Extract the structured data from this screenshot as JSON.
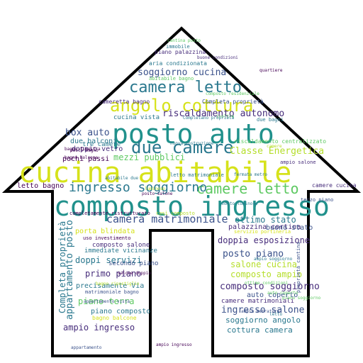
{
  "colors": {
    "outline": "#000000",
    "background": "#ffffff",
    "teal": "#21918c",
    "dark_teal": "#2a788e",
    "lime": "#b5de2b",
    "yellow": "#d6e21a",
    "green": "#5ec962",
    "blue": "#3b528b",
    "purple": "#472d7b",
    "dark": "#440154"
  },
  "words": [
    {
      "text": "cucina abitabile",
      "color": "yellow"
    },
    {
      "text": "composto ingresso",
      "color": "teal"
    },
    {
      "text": "posto auto",
      "color": "teal"
    },
    {
      "text": "camera letto",
      "color": "dark_teal"
    },
    {
      "text": "angolo cottura",
      "color": "yellow"
    },
    {
      "text": "due camere",
      "color": "dark_teal"
    },
    {
      "text": "camere letto",
      "color": "green"
    },
    {
      "text": "ingresso soggiorno",
      "color": "dark_teal"
    },
    {
      "text": "camera matrimoniale",
      "color": "blue"
    },
    {
      "text": "soggiorno cucina",
      "color": "blue"
    },
    {
      "text": "riscaldamento autonomo",
      "color": "purple"
    },
    {
      "text": "Classe Energetica",
      "color": "lime"
    },
    {
      "text": "box auto",
      "color": "blue"
    },
    {
      "text": "due balconi",
      "color": "dark_teal"
    },
    {
      "text": "doppio vetro",
      "color": "purple"
    },
    {
      "text": "mezzi pubblici",
      "color": "green"
    },
    {
      "text": "pochi passi",
      "color": "dark"
    },
    {
      "text": "ottimo stato",
      "color": "dark_teal"
    },
    {
      "text": "doppia esposizione",
      "color": "purple"
    },
    {
      "text": "posto piano",
      "color": "blue"
    },
    {
      "text": "salone cucina",
      "color": "lime"
    },
    {
      "text": "composto ampio",
      "color": "lime"
    },
    {
      "text": "composto soggiorno",
      "color": "purple"
    },
    {
      "text": "auto coperto",
      "color": "blue"
    },
    {
      "text": "ingresso salone",
      "color": "blue"
    },
    {
      "text": "soggiorno angolo",
      "color": "dark_teal"
    },
    {
      "text": "cottura camera",
      "color": "dark_teal"
    },
    {
      "text": "palazzina cortina",
      "color": "purple"
    },
    {
      "text": "buono stato",
      "color": "blue"
    },
    {
      "text": "camere matrimoniali",
      "color": "purple"
    },
    {
      "text": "porta blindata",
      "color": "yellow"
    },
    {
      "text": "doppi servizi",
      "color": "dark_teal"
    },
    {
      "text": "primo piano",
      "color": "purple"
    },
    {
      "text": "precisamente Via",
      "color": "dark_teal"
    },
    {
      "text": "piano terra",
      "color": "green"
    },
    {
      "text": "piano composto",
      "color": "dark_teal"
    },
    {
      "text": "bagno balcone",
      "color": "yellow"
    },
    {
      "text": "ampio ingresso",
      "color": "purple"
    },
    {
      "text": "secondo piano",
      "color": "blue"
    },
    {
      "text": "composto salone",
      "color": "purple"
    },
    {
      "text": "immediate vicinanze",
      "color": "dark_teal"
    },
    {
      "text": "appartamento posto",
      "color": "dark_teal"
    },
    {
      "text": "Completa proprietà",
      "color": "dark_teal"
    },
    {
      "text": "letto bagno",
      "color": "dark"
    },
    {
      "text": "camere cucina",
      "color": "purple"
    },
    {
      "text": "riscaldamento centralizzato",
      "color": "green"
    },
    {
      "text": "cucina vista",
      "color": "dark_teal"
    },
    {
      "text": "piano palazzina",
      "color": "purple"
    },
    {
      "text": "aria condizionata",
      "color": "dark_teal"
    },
    {
      "text": "abitabile bagno",
      "color": "green"
    },
    {
      "text": "immobile",
      "color": "dark_teal"
    },
    {
      "text": "cantina posto",
      "color": "green"
    },
    {
      "text": "buone condizioni",
      "color": "purple"
    },
    {
      "text": "cameretta bagno",
      "color": "purple"
    },
    {
      "text": "Completa proprietà",
      "color": "blue"
    },
    {
      "text": "composto residenziale",
      "color": "green"
    },
    {
      "text": "inoltre",
      "color": "green"
    },
    {
      "text": "tre camere",
      "color": "dark_teal"
    },
    {
      "text": "Completano proprietà",
      "color": "dark_teal"
    },
    {
      "text": "due bagni",
      "color": "dark_teal"
    },
    {
      "text": "completamente ristrutturato",
      "color": "dark"
    },
    {
      "text": "così composto",
      "color": "lime"
    },
    {
      "text": "molto luminoso",
      "color": "dark_teal"
    },
    {
      "text": "servizio portineria",
      "color": "yellow"
    },
    {
      "text": "matrimoniale bagno",
      "color": "blue"
    },
    {
      "text": "letto matrimoniale",
      "color": "dark_teal"
    },
    {
      "text": "abitabile due",
      "color": "dark_teal"
    },
    {
      "text": "luminoso",
      "color": "lime"
    },
    {
      "text": "fermata metro",
      "color": "dark_teal"
    },
    {
      "text": "ampio salone",
      "color": "purple"
    },
    {
      "text": "proprietà cantina",
      "color": "blue"
    },
    {
      "text": "terzo piano",
      "color": "blue"
    },
    {
      "text": "quartiere",
      "color": "dark"
    },
    {
      "text": "posto salone",
      "color": "dark"
    },
    {
      "text": "uso investimento",
      "color": "dark"
    },
    {
      "text": "salone doppio",
      "color": "dark"
    },
    {
      "text": "appartamento vista",
      "color": "blue"
    },
    {
      "text": "ampio soggiorno",
      "color": "dark_teal"
    },
    {
      "text": "auto coperto",
      "color": "green"
    },
    {
      "text": "ottime condizioni",
      "color": "green"
    },
    {
      "text": "bagno ripostiglio",
      "color": "lime"
    },
    {
      "text": "ampia metratura",
      "color": "blue"
    },
    {
      "text": "letto",
      "color": "dark_teal"
    },
    {
      "text": "piano soggiorno",
      "color": "green"
    },
    {
      "text": "nuova costruzione",
      "color": "dark_teal"
    },
    {
      "text": "bagno finestra",
      "color": "dark"
    },
    {
      "text": "bagno balcone",
      "color": "dark"
    },
    {
      "text": "posto bagno",
      "color": "dark"
    },
    {
      "text": "appartamento",
      "color": "blue"
    },
    {
      "text": "ampio ingresso",
      "color": "dark"
    },
    {
      "text": "camere",
      "color": "lime"
    }
  ]
}
